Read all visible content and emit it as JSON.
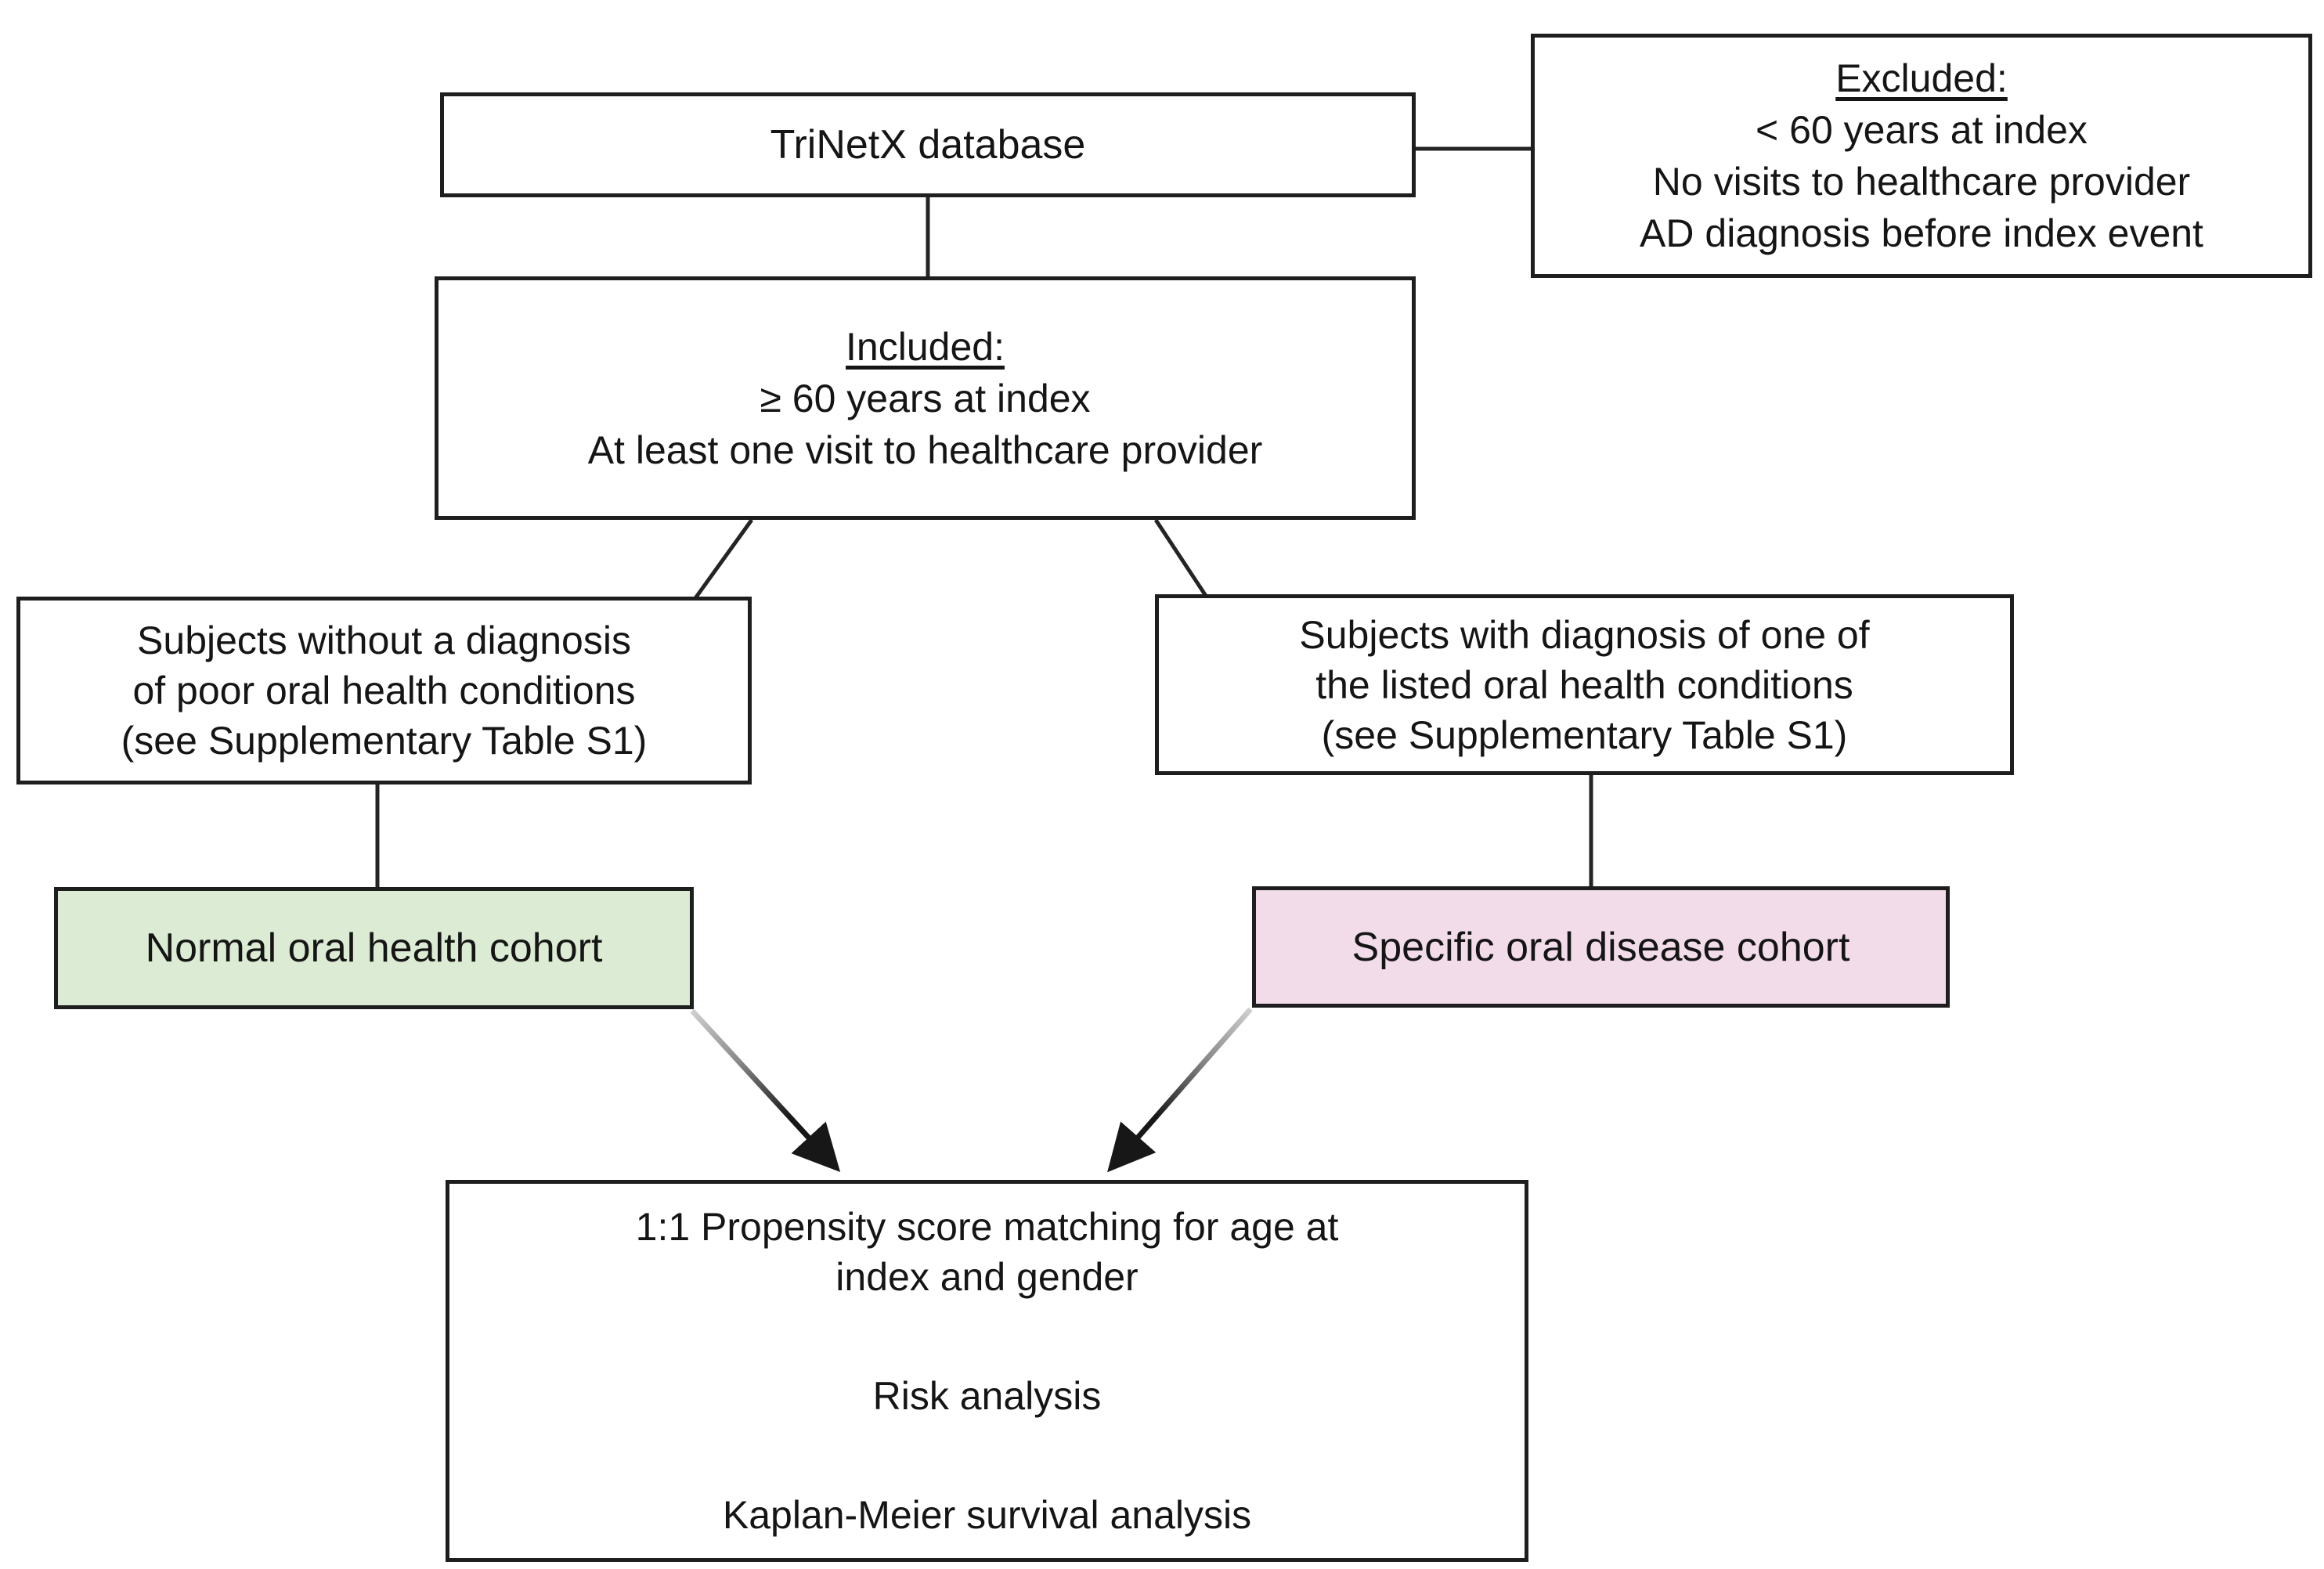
{
  "diagram": {
    "trinetx": {
      "label": "TriNetX database"
    },
    "excluded": {
      "heading": "Excluded:",
      "lines": [
        "< 60 years at index",
        "No visits to healthcare provider",
        "AD diagnosis before index event"
      ]
    },
    "included": {
      "heading": "Included:",
      "lines": [
        "≥ 60 years at index",
        "At least one visit to healthcare provider"
      ]
    },
    "subjects_without": {
      "lines": [
        "Subjects without a diagnosis",
        "of poor oral health conditions",
        "(see Supplementary Table S1)"
      ]
    },
    "subjects_with": {
      "lines": [
        "Subjects with diagnosis of one of",
        "the listed oral health conditions",
        "(see Supplementary Table S1)"
      ]
    },
    "normal_cohort": {
      "label": "Normal oral health cohort",
      "fill": "#dcebd3"
    },
    "disease_cohort": {
      "label": "Specific oral disease cohort",
      "fill": "#f2dcea"
    },
    "analysis": {
      "matching_line1": "1:1 Propensity score matching for age at",
      "matching_line2": "index and gender",
      "risk": "Risk analysis",
      "kaplan": "Kaplan-Meier survival analysis"
    },
    "colors": {
      "border": "#1e1e1e",
      "connector": "#242424",
      "arrow_gradient_start": "#cfcfcf",
      "arrow_gradient_end": "#171717",
      "background": "#ffffff",
      "text": "#151515"
    }
  }
}
